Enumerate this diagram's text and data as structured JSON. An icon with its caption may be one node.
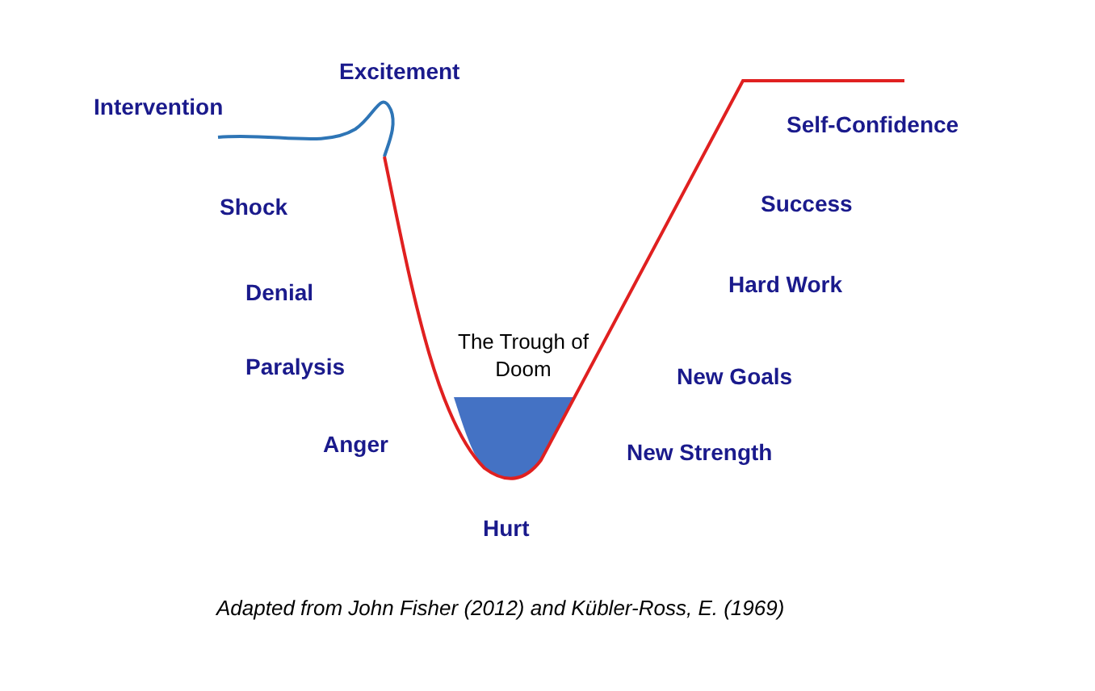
{
  "diagram": {
    "caption": "Adapted from John Fisher (2012) and Kübler-Ross, E. (1969)",
    "labels": [
      "Excitement",
      "Intervention",
      "Self-Confidence",
      "Shock",
      "Success",
      "Denial",
      "Hard Work",
      "The Trough of Doom",
      "Paralysis",
      "New Goals",
      "Anger",
      "New Strength",
      "Hurt"
    ]
  }
}
